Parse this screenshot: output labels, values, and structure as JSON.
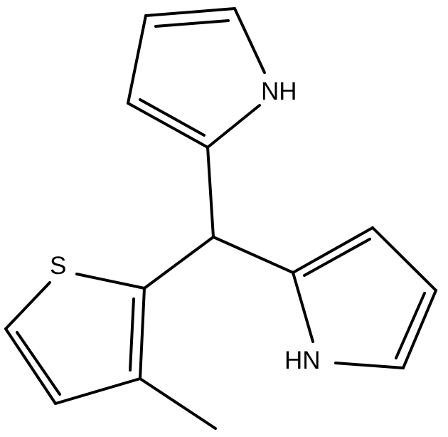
{
  "labels": {
    "upper_pyrrole_nh": "NH",
    "lower_pyrrole_nh": "HN",
    "thiophene_s": "S"
  },
  "colors": {
    "bond": "#000000",
    "text": "#000000",
    "background": "#ffffff"
  }
}
